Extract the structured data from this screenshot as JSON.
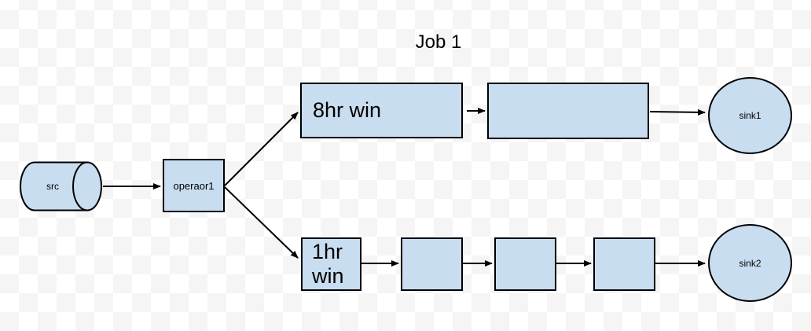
{
  "title": "Job 1",
  "nodes": {
    "src": {
      "label": "src",
      "shape": "cylinder"
    },
    "operator1": {
      "label": "operaor1",
      "shape": "rect"
    },
    "window_8hr": {
      "label": "8hr win",
      "shape": "rect"
    },
    "stage_top": {
      "label": "",
      "shape": "rect"
    },
    "sink1": {
      "label": "sink1",
      "shape": "circle"
    },
    "window_1hr": {
      "label": "1hr win",
      "shape": "rect"
    },
    "stage_bottom_1": {
      "label": "",
      "shape": "rect"
    },
    "stage_bottom_2": {
      "label": "",
      "shape": "rect"
    },
    "stage_bottom_3": {
      "label": "",
      "shape": "rect"
    },
    "sink2": {
      "label": "sink2",
      "shape": "circle"
    }
  },
  "edges": [
    {
      "from": "src",
      "to": "operator1"
    },
    {
      "from": "operator1",
      "to": "window_8hr"
    },
    {
      "from": "operator1",
      "to": "window_1hr"
    },
    {
      "from": "window_8hr",
      "to": "stage_top"
    },
    {
      "from": "stage_top",
      "to": "sink1"
    },
    {
      "from": "window_1hr",
      "to": "stage_bottom_1"
    },
    {
      "from": "stage_bottom_1",
      "to": "stage_bottom_2"
    },
    {
      "from": "stage_bottom_2",
      "to": "stage_bottom_3"
    },
    {
      "from": "stage_bottom_3",
      "to": "sink2"
    }
  ],
  "colors": {
    "node_fill": "#c9ddf0",
    "node_border": "#000000",
    "arrow": "#000000",
    "text": "#000000",
    "checker_light": "#ffffff",
    "checker_dark": "#f5f5f5"
  }
}
